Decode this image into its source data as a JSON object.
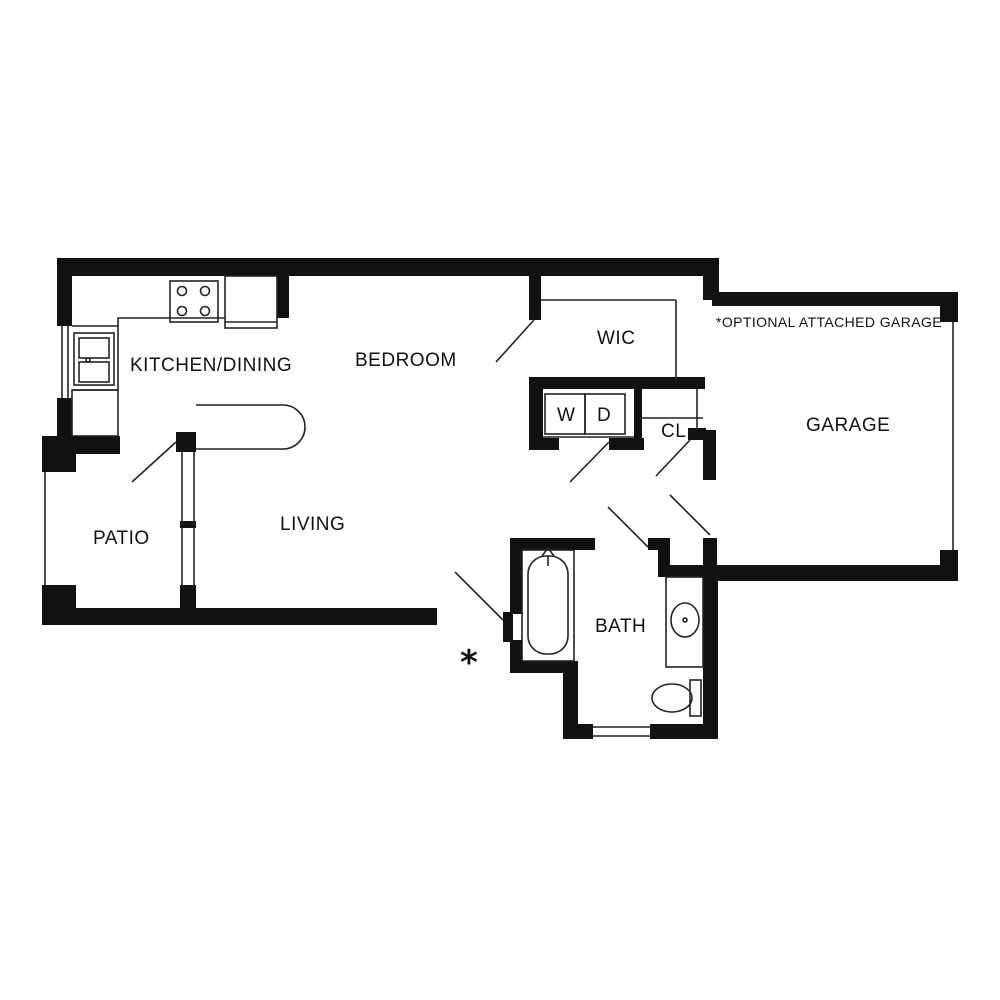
{
  "rooms": {
    "kitchen_dining": "KITCHEN/DINING",
    "bedroom": "BEDROOM",
    "wic": "WIC",
    "washer": "W",
    "dryer": "D",
    "closet": "CL",
    "garage": "GARAGE",
    "garage_note": "*OPTIONAL ATTACHED GARAGE",
    "patio": "PATIO",
    "living": "LIVING",
    "bath": "BATH"
  },
  "marker": "*"
}
